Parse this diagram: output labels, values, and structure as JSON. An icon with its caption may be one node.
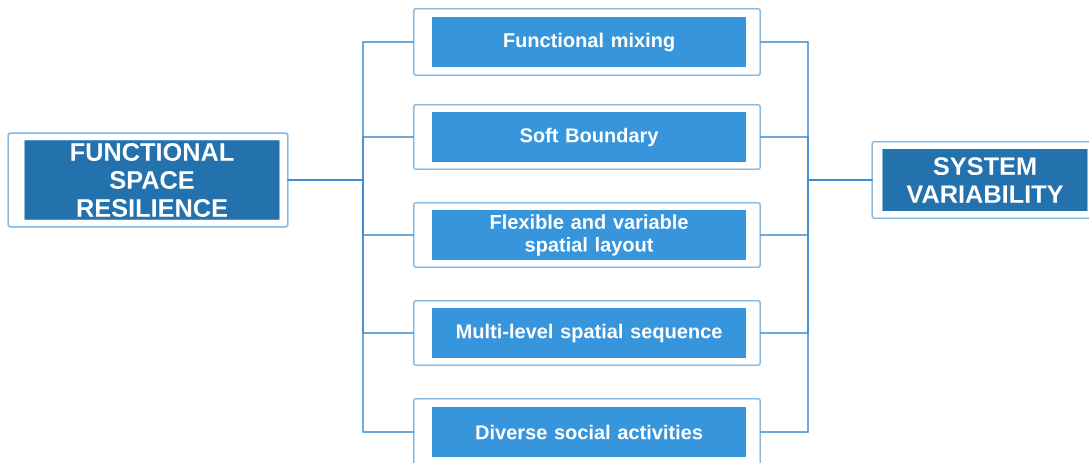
{
  "diagram": {
    "nodes": [
      {
        "text": [
          "FUNCTIONAL SPACE RESILIENCE"
        ]
      },
      {
        "text": [
          "Functional mixing"
        ]
      },
      {
        "text": [
          "Soft Boundary"
        ]
      },
      {
        "text": [
          "Flexible and variable spatial layout"
        ]
      },
      {
        "text": [
          "Multi-level spatial sequence"
        ]
      },
      {
        "text": [
          "Diverse social activities"
        ]
      },
      {
        "text": [
          "SYSTEM VARIABILITY"
        ]
      }
    ],
    "edges": [
      {
        "from": 0,
        "to": 1,
        "arrow": "none"
      },
      {
        "from": 0,
        "to": 2,
        "arrow": "none"
      },
      {
        "from": 0,
        "to": 3,
        "arrow": "none"
      },
      {
        "from": 0,
        "to": 4,
        "arrow": "none"
      },
      {
        "from": 0,
        "to": 5,
        "arrow": "none"
      },
      {
        "from": 1,
        "to": 6,
        "arrow": "none"
      },
      {
        "from": 2,
        "to": 6,
        "arrow": "none"
      },
      {
        "from": 3,
        "to": 6,
        "arrow": "none"
      },
      {
        "from": 4,
        "to": 6,
        "arrow": "none"
      },
      {
        "from": 5,
        "to": 6,
        "arrow": "none"
      }
    ]
  }
}
